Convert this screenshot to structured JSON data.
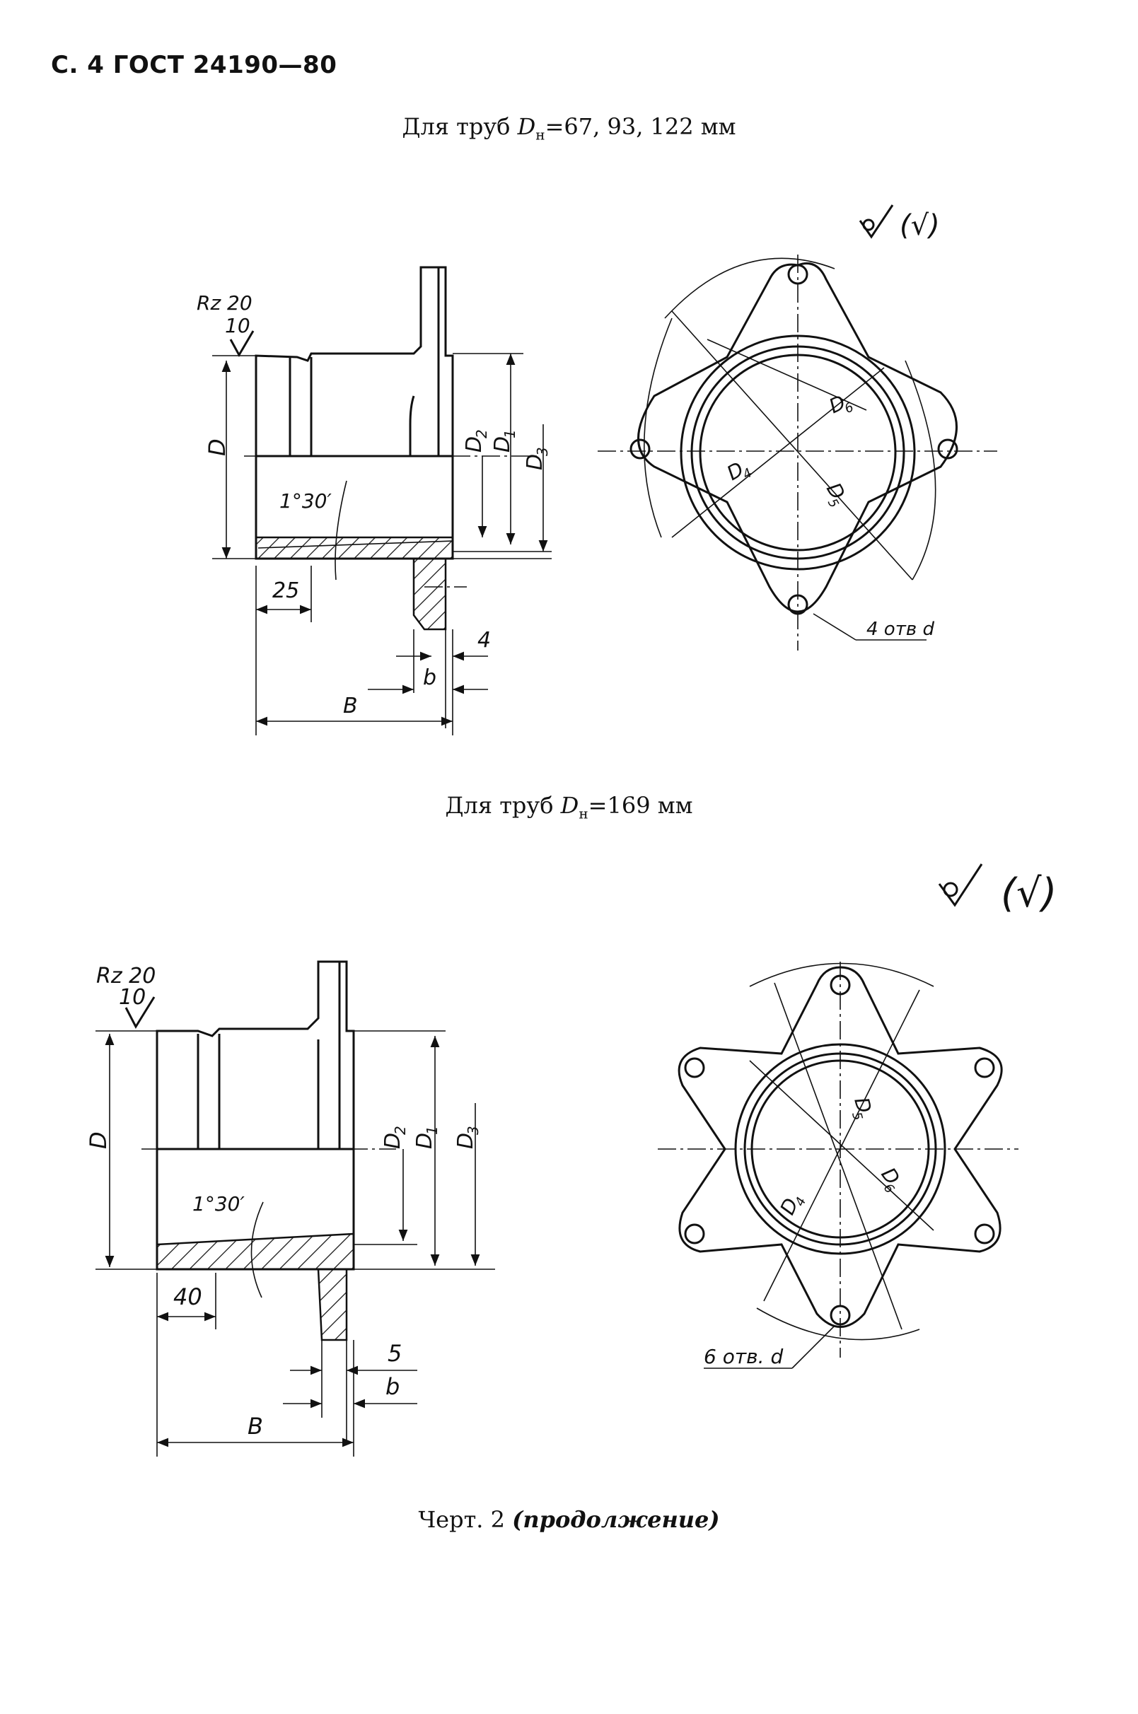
{
  "header": {
    "page_ref": "С. 4 ГОСТ 24190—80"
  },
  "section1": {
    "caption_prefix": "Для труб",
    "caption_symbol": "D",
    "caption_subscript": "н",
    "caption_value": "=67, 93, 122 мм",
    "roughness_top": "Rz 20",
    "roughness_bottom": "10",
    "dim_D": "D",
    "dim_D2": "D",
    "dim_D2_sub": "2",
    "dim_D1": "D",
    "dim_D1_sub": "1",
    "dim_D3": "D",
    "dim_D3_sub": "3",
    "angle": "1°30′",
    "dim_25": "25",
    "dim_4": "4",
    "dim_b": "b",
    "dim_B": "B",
    "dim_D4": "D",
    "dim_D4_sub": "4",
    "dim_D5": "D",
    "dim_D5_sub": "5",
    "dim_D6": "D",
    "dim_D6_sub": "6",
    "holes_note": "4 отв d",
    "finish_symbol": "(√)"
  },
  "section2": {
    "caption_prefix": "Для труб",
    "caption_symbol": "D",
    "caption_subscript": "н",
    "caption_value": "=169 мм",
    "roughness_top": "Rz 20",
    "roughness_bottom": "10",
    "dim_D": "D",
    "dim_D2": "D",
    "dim_D2_sub": "2",
    "dim_D1": "D",
    "dim_D1_sub": "1",
    "dim_D3": "D",
    "dim_D3_sub": "3",
    "angle": "1°30′",
    "dim_40": "40",
    "dim_5": "5",
    "dim_b": "b",
    "dim_B": "B",
    "dim_D4": "D",
    "dim_D4_sub": "4",
    "dim_D5": "D",
    "dim_D5_sub": "5",
    "dim_D6": "D",
    "dim_D6_sub": "6",
    "holes_note": "6 отв. d",
    "finish_symbol": "(√)"
  },
  "footer": {
    "caption": "Черт. 2",
    "caption_italic": "(продолжение)"
  }
}
